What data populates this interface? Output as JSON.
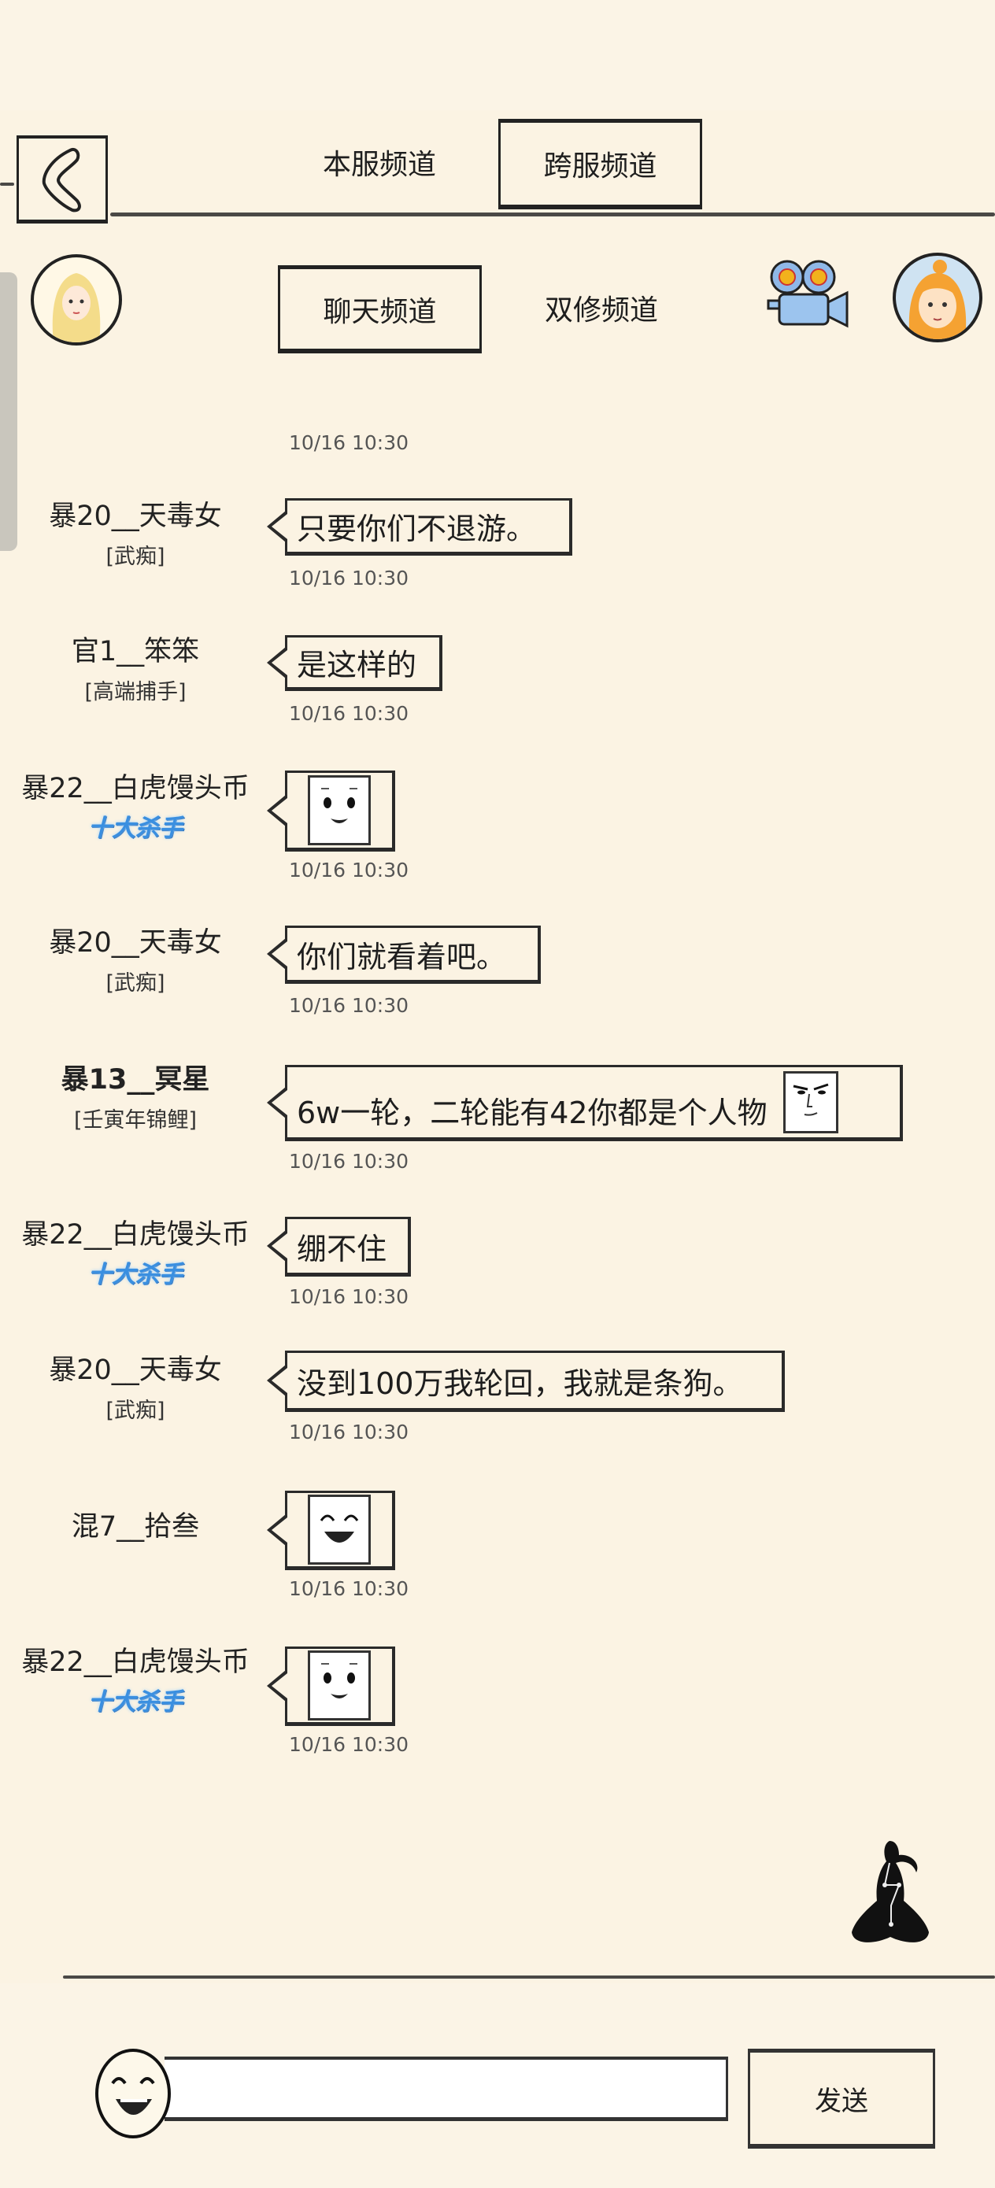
{
  "header": {
    "back_icon": "back-chevron-icon",
    "tabs": [
      {
        "label": "本服频道",
        "active": false
      },
      {
        "label": "跨服频道",
        "active": true
      }
    ]
  },
  "subheader": {
    "tabs": [
      {
        "label": "聊天频道",
        "active": true
      },
      {
        "label": "双修频道",
        "active": false
      }
    ],
    "left_avatar": "player-avatar",
    "camera_icon": "video-camera-icon",
    "right_avatar": "npc-avatar"
  },
  "first_timestamp": "10/16  10:30",
  "messages": [
    {
      "name": "暴20__天毒女",
      "bold": false,
      "tag": "[武痴]",
      "badge": null,
      "text": "只要你们不退游。",
      "emoji": null,
      "time": "10/16  10:30"
    },
    {
      "name": "官1__笨笨",
      "bold": false,
      "tag": "[高端捕手]",
      "badge": null,
      "text": "是这样的",
      "emoji": null,
      "time": "10/16  10:30"
    },
    {
      "name": "暴22__白虎馒头币",
      "bold": false,
      "tag": null,
      "badge": "十大杀手",
      "text": null,
      "emoji": "happy-face",
      "time": "10/16  10:30"
    },
    {
      "name": "暴20__天毒女",
      "bold": false,
      "tag": "[武痴]",
      "badge": null,
      "text": "你们就看着吧。",
      "emoji": null,
      "time": "10/16  10:30"
    },
    {
      "name": "暴13__冥星",
      "bold": true,
      "tag": "[壬寅年锦鲤]",
      "badge": null,
      "text": "6w一轮，二轮能有42你都是个人物",
      "emoji": "smug-face",
      "time": "10/16  10:30"
    },
    {
      "name": "暴22__白虎馒头币",
      "bold": false,
      "tag": null,
      "badge": "十大杀手",
      "text": "绷不住",
      "emoji": null,
      "time": "10/16  10:30"
    },
    {
      "name": "暴20__天毒女",
      "bold": false,
      "tag": "[武痴]",
      "badge": null,
      "text": "没到100万我轮回，我就是条狗。",
      "emoji": null,
      "time": "10/16  10:30"
    },
    {
      "name": "混7__拾叁",
      "bold": false,
      "tag": null,
      "badge": null,
      "text": null,
      "emoji": "laughing-face",
      "time": "10/16  10:30"
    },
    {
      "name": "暴22__白虎馒头币",
      "bold": false,
      "tag": null,
      "badge": "十大杀手",
      "text": null,
      "emoji": "happy-face",
      "time": "10/16  10:30"
    }
  ],
  "footer": {
    "emoji_button": "laughing-face-icon",
    "input_value": "",
    "send_label": "发送"
  }
}
